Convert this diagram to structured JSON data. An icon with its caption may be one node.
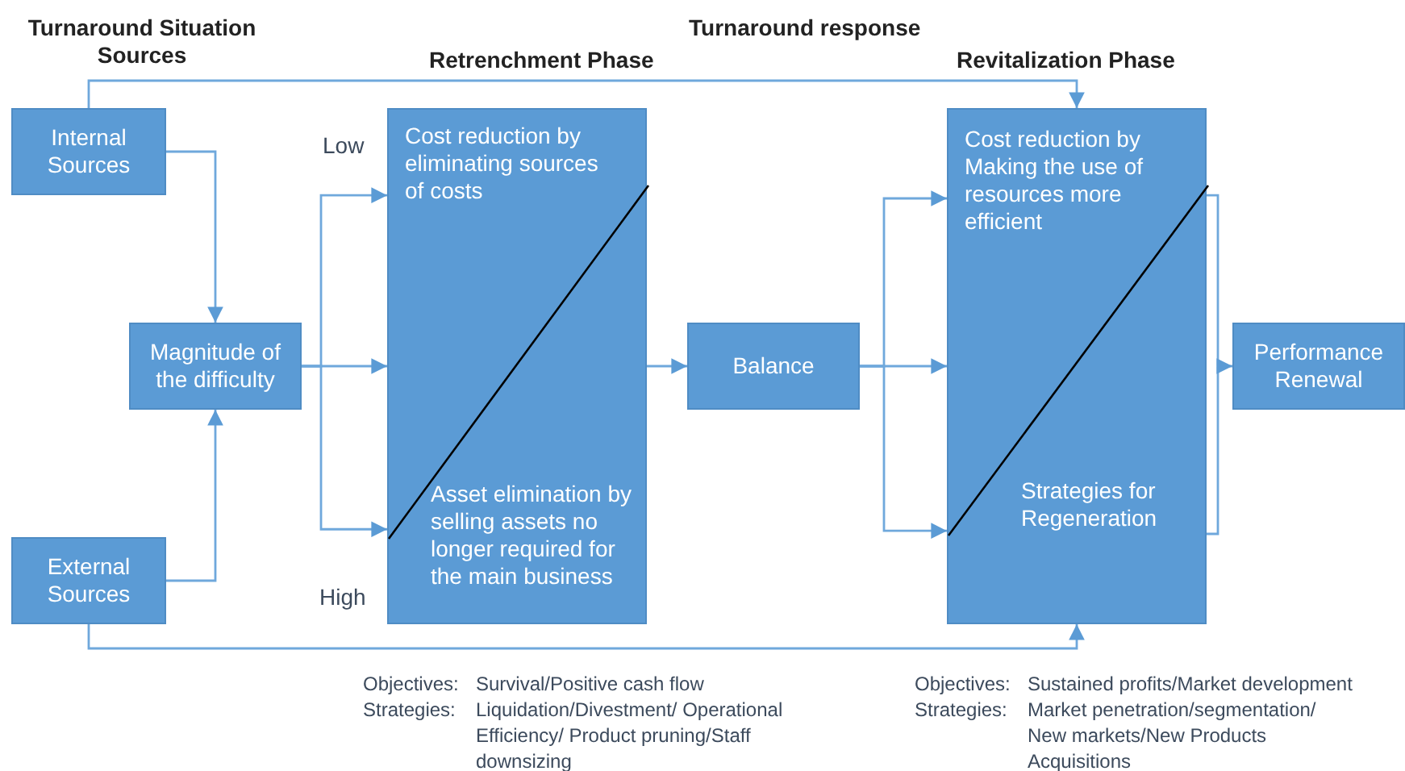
{
  "diagram": {
    "nodes": [
      {
        "text": [
          "Internal Sources"
        ]
      },
      {
        "text": [
          "External Sources"
        ]
      },
      {
        "text": [
          "Magnitude of the difficulty"
        ]
      },
      {
        "text": [
          "Cost reduction by eliminating sources of costs",
          "Asset elimination by selling assets no longer required for the main business"
        ]
      },
      {
        "text": [
          "Balance"
        ]
      },
      {
        "text": [
          "Cost reduction by Making the use of resources more efficient",
          "Strategies for Regeneration"
        ]
      },
      {
        "text": [
          "Performance Renewal"
        ]
      }
    ],
    "edges": [
      {
        "from": 0,
        "to": 2,
        "arrow": "to"
      },
      {
        "from": 1,
        "to": 2,
        "arrow": "to"
      },
      {
        "from": 0,
        "to": 5,
        "arrow": "to"
      },
      {
        "from": 1,
        "to": 5,
        "arrow": "to"
      },
      {
        "from": 2,
        "to": 3,
        "arrow": "to"
      },
      {
        "from": 2,
        "to": 3,
        "arrow": "to"
      },
      {
        "from": 2,
        "to": 3,
        "arrow": "to"
      },
      {
        "from": 3,
        "to": 4,
        "arrow": "to"
      },
      {
        "from": 4,
        "to": 5,
        "arrow": "to"
      },
      {
        "from": 4,
        "to": 5,
        "arrow": "to"
      },
      {
        "from": 4,
        "to": 5,
        "arrow": "to"
      },
      {
        "from": 5,
        "to": 6,
        "arrow": "to"
      }
    ],
    "labels": [
      "Turnaround Situation Sources",
      "Turnaround response",
      "Retrenchment Phase",
      "Revitalization Phase",
      "Low",
      "High",
      "Objectives:",
      "Survival/Positive cash flow",
      "Strategies:",
      "Liquidation/Divestment/ Operational Efficiency/ Product pruning/Staff downsizing",
      "Objectives:",
      "Sustained profits/Market development",
      "Strategies:",
      "Market penetration/segmentation/ New markets/New Products Acquisitions"
    ]
  }
}
